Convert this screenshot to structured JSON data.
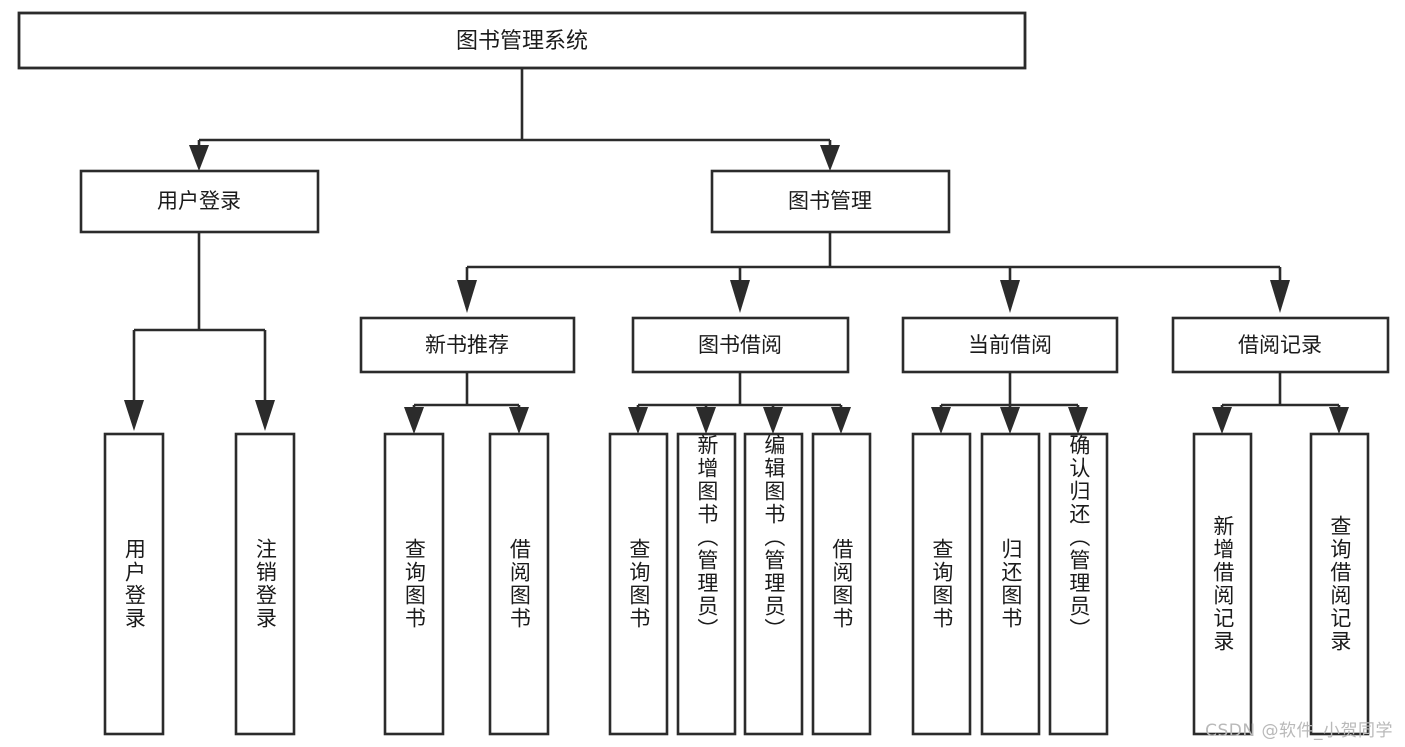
{
  "diagram": {
    "type": "tree",
    "title": "图书管理系统",
    "orientation": "top-down",
    "colors": {
      "stroke": "#2b2b2b",
      "box_fill": "#ffffff",
      "text": "#1b1b1b",
      "background": "#ffffff",
      "watermark": "#b9b9b9"
    },
    "root": {
      "label": "图书管理系统",
      "level": 1
    },
    "level2": [
      {
        "label": "用户登录"
      },
      {
        "label": "图书管理"
      }
    ],
    "level3": [
      {
        "label": "新书推荐"
      },
      {
        "label": "图书借阅"
      },
      {
        "label": "当前借阅"
      },
      {
        "label": "借阅记录"
      }
    ],
    "leaves": {
      "user_login": [
        {
          "label": "用户登录"
        },
        {
          "label": "注销登录"
        }
      ],
      "new_book_recommend": [
        {
          "label": "查询图书"
        },
        {
          "label": "借阅图书"
        }
      ],
      "book_borrow": [
        {
          "label": "查询图书"
        },
        {
          "label": "新增图书（管理员）"
        },
        {
          "label": "编辑图书（管理员）"
        },
        {
          "label": "借阅图书"
        }
      ],
      "current_borrow": [
        {
          "label": "查询图书"
        },
        {
          "label": "归还图书"
        },
        {
          "label": "确认归还（管理员）"
        }
      ],
      "borrow_record": [
        {
          "label": "新增借阅记录"
        },
        {
          "label": "查询借阅记录"
        }
      ]
    }
  },
  "watermark": {
    "text": "CSDN @软件_小贺同学"
  }
}
